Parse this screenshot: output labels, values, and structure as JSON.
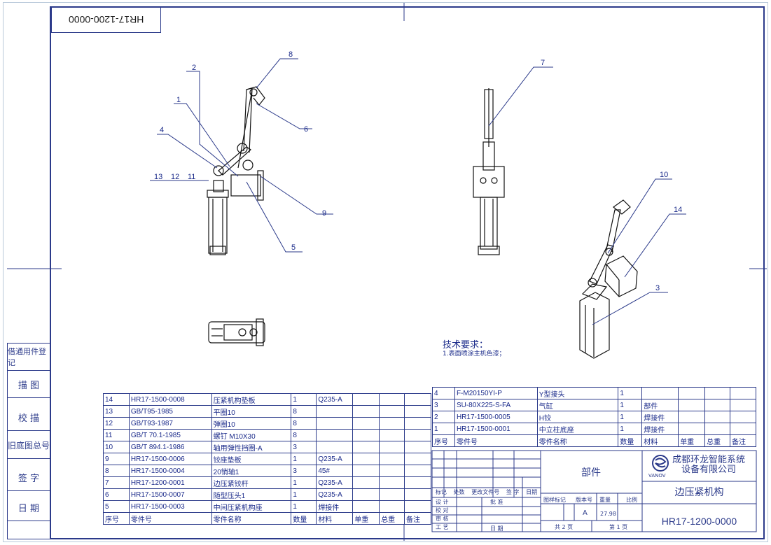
{
  "drawing_number_flipped": "HR17-1200-0000",
  "side_labels": [
    "借通用件登记",
    "描 图",
    "校 描",
    "旧底图总号",
    "签 字",
    "日 期"
  ],
  "balloons": [
    "1",
    "2",
    "3",
    "4",
    "5",
    "6",
    "7",
    "8",
    "9",
    "10",
    "11",
    "12",
    "13",
    "14"
  ],
  "technical_requirements": {
    "title": "技术要求：",
    "note": "1.表面喷涂主机色漆；"
  },
  "bom_left": {
    "header": [
      "序号",
      "零件号",
      "零件名称",
      "数量",
      "材料",
      "单重",
      "总重",
      "备注"
    ],
    "rows": [
      [
        "14",
        "HR17-1500-0008",
        "压紧机构垫板",
        "1",
        "Q235-A",
        "",
        "",
        ""
      ],
      [
        "13",
        "GB/T95-1985",
        "平圈10",
        "8",
        "",
        "",
        "",
        ""
      ],
      [
        "12",
        "GB/T93-1987",
        "弹圈10",
        "8",
        "",
        "",
        "",
        ""
      ],
      [
        "11",
        "GB/T 70.1-1985",
        "螺钉 M10X30",
        "8",
        "",
        "",
        "",
        ""
      ],
      [
        "10",
        "GB/T 894.1-1986",
        "轴用弹性挡圈-A",
        "3",
        "",
        "",
        "",
        ""
      ],
      [
        "9",
        "HR17-1500-0006",
        "铰座垫板",
        "1",
        "Q235-A",
        "",
        "",
        ""
      ],
      [
        "8",
        "HR17-1500-0004",
        "20销轴1",
        "3",
        "45#",
        "",
        "",
        ""
      ],
      [
        "7",
        "HR17-1200-0001",
        "边压紧铰杆",
        "1",
        "Q235-A",
        "",
        "",
        ""
      ],
      [
        "6",
        "HR17-1500-0007",
        "随型压头1",
        "1",
        "Q235-A",
        "",
        "",
        ""
      ],
      [
        "5",
        "HR17-1500-0003",
        "中间压紧机构座",
        "1",
        "焊接件",
        "",
        "",
        ""
      ]
    ]
  },
  "bom_right": {
    "rows": [
      [
        "4",
        "F-M20150YI-P",
        "Y型接头",
        "1",
        "",
        "",
        "",
        ""
      ],
      [
        "3",
        "SU-80X225-S-FA",
        "气缸",
        "1",
        "部件",
        "",
        "",
        ""
      ],
      [
        "2",
        "HR17-1500-0005",
        "H铰",
        "1",
        "焊接件",
        "",
        "",
        ""
      ],
      [
        "1",
        "HR17-1500-0001",
        "中立柱底座",
        "1",
        "焊接件",
        "",
        "",
        ""
      ]
    ],
    "header": [
      "序号",
      "零件号",
      "零件名称",
      "数量",
      "材料",
      "单重",
      "总重",
      "备注"
    ]
  },
  "title_block": {
    "revision_labels": [
      "标记",
      "处数",
      "更改文件号",
      "签 字",
      "日期"
    ],
    "role_labels": [
      "设 计",
      "校 对",
      "审 核",
      "工 艺"
    ],
    "approve_label": "批 准",
    "date_label": "日 期",
    "part_type": "部件",
    "stage_labels": [
      "图样标记",
      "版本号",
      "重量",
      "比例"
    ],
    "stage_value": "A",
    "weight_value": "27.98",
    "total_pages": "共 2 页",
    "page_no": "第 1 页",
    "company_line1": "成都环龙智能系统",
    "company_line2": "设备有限公司",
    "logo_text": "VANOV",
    "drawing_title": "边压紧机构",
    "drawing_code": "HR17-1200-0000"
  }
}
